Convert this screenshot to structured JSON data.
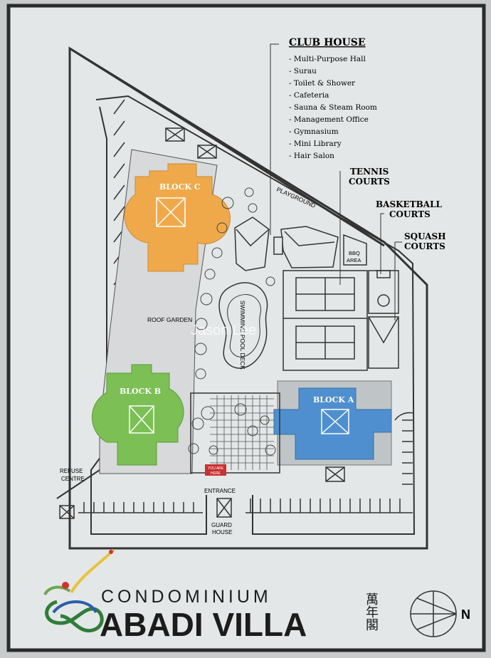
{
  "club_house": {
    "title": "CLUB HOUSE",
    "items": [
      "- Multi-Purpose Hall",
      "- Surau",
      "- Toilet & Shower",
      "- Cafeteria",
      "- Sauna & Steam Room",
      "- Management Office",
      "- Gymnasium",
      "- Mini Library",
      "- Hair Salon"
    ]
  },
  "labels": {
    "tennis_1": "TENNIS",
    "tennis_2": "COURTS",
    "basketball_1": "BASKETBALL",
    "basketball_2": "COURTS",
    "squash_1": "SQUASH",
    "squash_2": "COURTS",
    "block_a": "BLOCK A",
    "block_b": "BLOCK B",
    "block_c": "BLOCK C",
    "roof_garden": "ROOF GARDEN",
    "playground": "PLAYGROUND",
    "bbq_1": "BBQ",
    "bbq_2": "AREA",
    "swimming_pool": "SWIMMING POOL DECK",
    "refuse_1": "REFUSE",
    "refuse_2": "CENTRE",
    "entrance": "ENTRANCE",
    "guard_1": "GUARD",
    "guard_2": "HOUSE",
    "you_are_here_1": "YOU ARE",
    "you_are_here_2": "HERE",
    "watermark": "Jason Lee"
  },
  "logo": {
    "line1": "CONDOMINIUM",
    "line2": "ABADI VILLA",
    "chinese": "萬年閣"
  },
  "compass": {
    "north": "N"
  },
  "colors": {
    "block_a": "#4f8fcf",
    "block_b": "#7cbf55",
    "block_c": "#f0a94a",
    "board": "#e4e7e7",
    "frame": "#2a2a2a"
  }
}
